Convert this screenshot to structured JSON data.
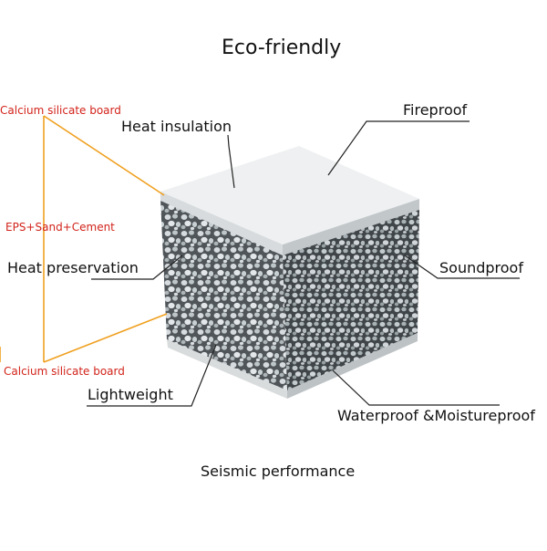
{
  "title": "Eco-friendly",
  "footer": "Seismic performance",
  "layers": {
    "top": "Calcium silicate board",
    "core": "EPS+Sand+Cement",
    "bottom": "Calcium silicate board"
  },
  "features": {
    "heat_insulation": "Heat insulation",
    "fireproof": "Fireproof",
    "heat_preservation": "Heat preservation",
    "soundproof": "Soundproof",
    "lightweight": "Lightweight",
    "waterproof": "Waterproof &Moistureproof"
  },
  "colors": {
    "layer_label": "#d2231a",
    "bracket_line": "#f0a020",
    "leader_line": "#222222",
    "board": "#eef0f1",
    "core": "#5c6266"
  }
}
